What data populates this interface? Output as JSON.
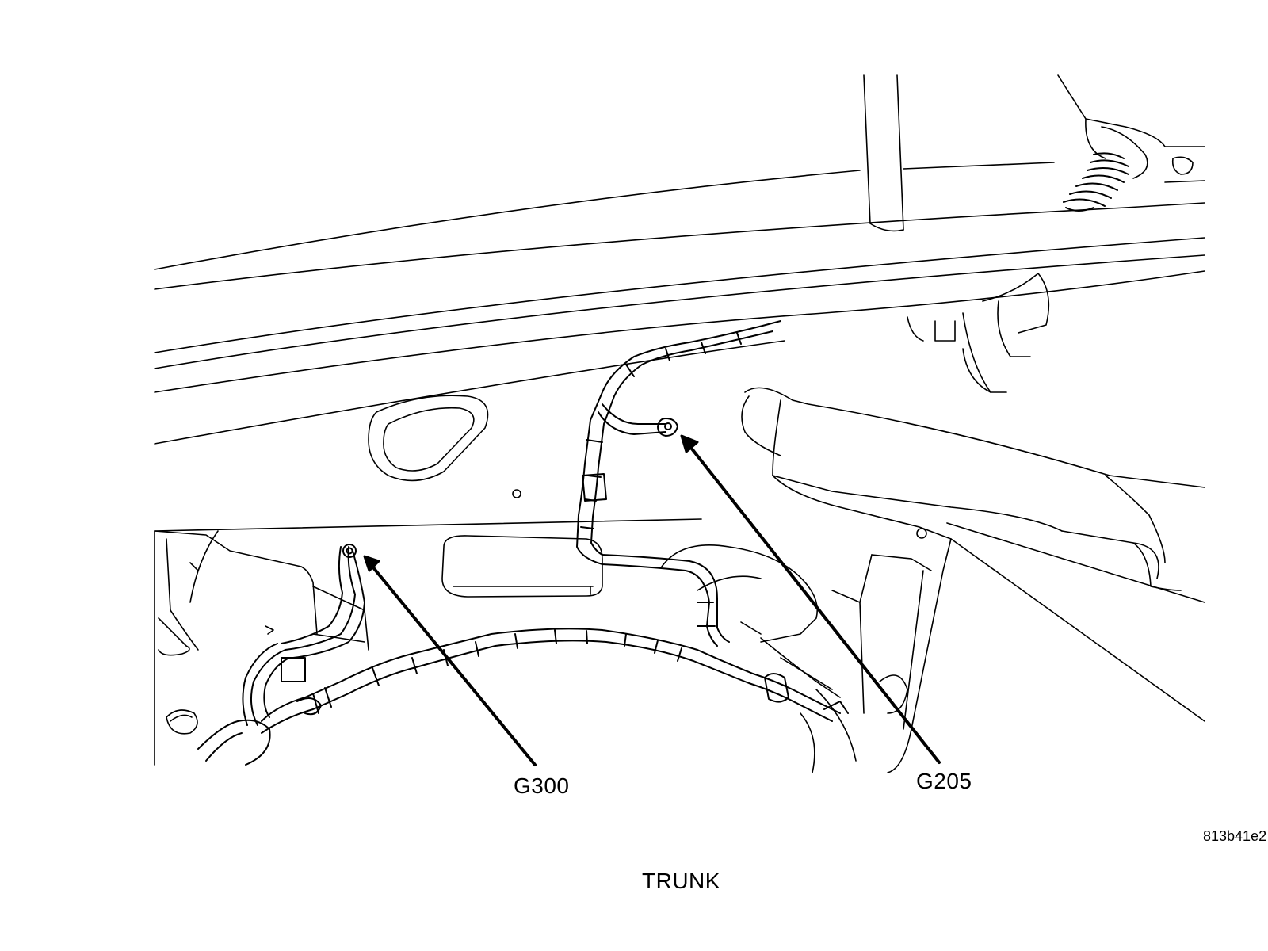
{
  "diagram": {
    "callouts": [
      {
        "id": "g300",
        "label": "G300"
      },
      {
        "id": "g205",
        "label": "G205"
      }
    ],
    "caption": "TRUNK",
    "figure_id": "813b41e2"
  },
  "colors": {
    "line": "#000000",
    "background": "#ffffff"
  }
}
